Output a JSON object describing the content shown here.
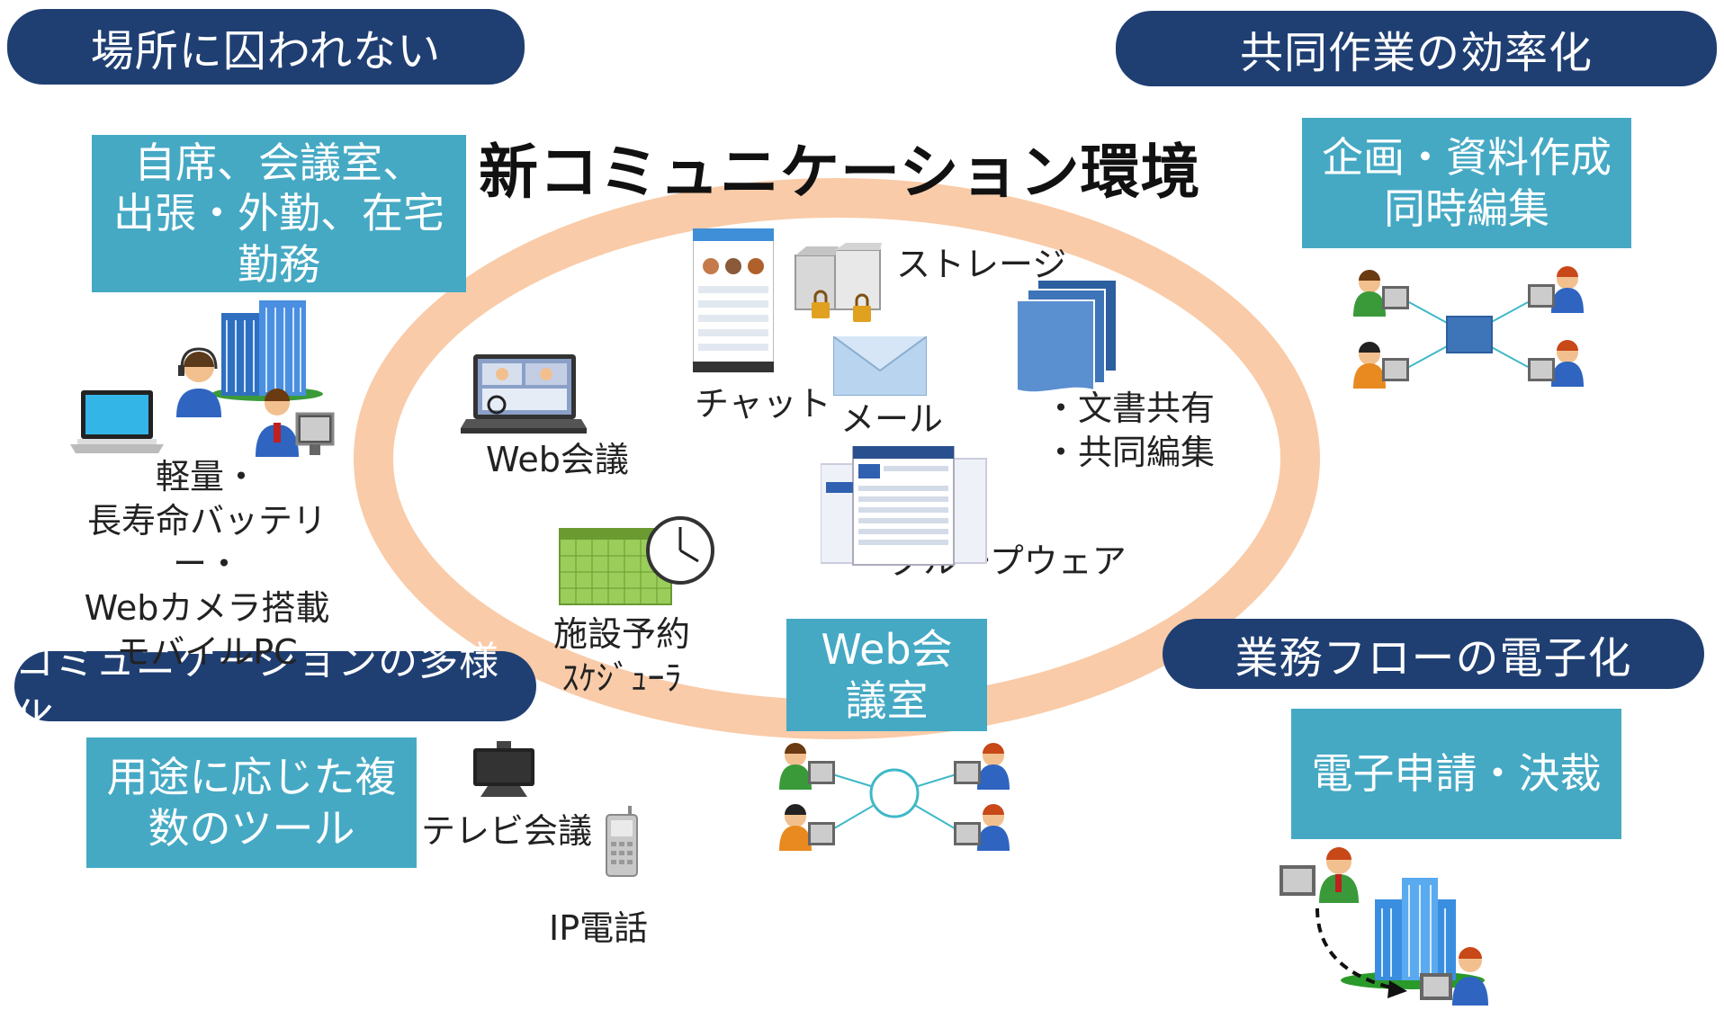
{
  "title": "新コミュニケーション環境",
  "pills": {
    "location_free": "場所に囚われない",
    "collaboration": "共同作業の効率化",
    "diversification": "コミュニケーションの多様化",
    "workflow": "業務フローの電子化"
  },
  "boxes": {
    "places": "自席、会議室、\n出張・外勤、在宅\n勤務",
    "planning": "企画・資料作成\n同時編集",
    "tools": "用途に応じた複\n数のツール",
    "meeting_room": "Web会\n議室",
    "application": "電子申請・決裁"
  },
  "labels": {
    "mobile_pc": "軽量・\n長寿命バッテリー・\nWebカメラ搭載\nモバイルPC",
    "chat": "チャット",
    "storage": "ストレージ",
    "mail": "メール",
    "doc_share": "・文書共有\n・共同編集",
    "web_conf": "Web会議",
    "groupware": "グループウェア",
    "scheduler": "施設予約\nｽｹｼﾞｭｰﾗ",
    "tv_conf": "テレビ会議",
    "ip_phone": "IP電話"
  },
  "colors": {
    "pill": "#1f3f73",
    "teal": "#45a9c4",
    "ring": "#f9cba8"
  }
}
